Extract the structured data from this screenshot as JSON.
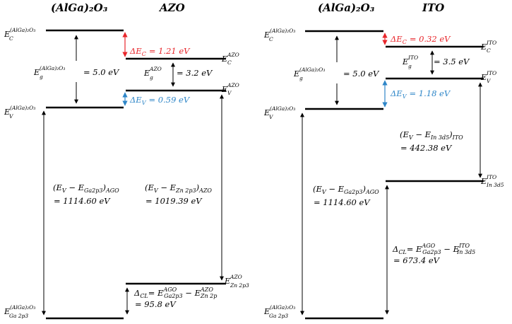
{
  "colors": {
    "red": "#e8262b",
    "blue": "#2e86c8",
    "black": "#000000"
  },
  "left": {
    "title_a": "(AlGa)₂O₃",
    "title_b": "AZO",
    "levels": {
      "ec_ago": {
        "main": "E",
        "sup": "(AlGa)₂O₃",
        "sub": "C"
      },
      "ev_ago": {
        "main": "E",
        "sup": "(AlGa)₂O₃",
        "sub": "V"
      },
      "ga_ago": {
        "main": "E",
        "sup": "(AlGa)₂O₃",
        "sub": "Ga 2p3"
      },
      "ec_azo": {
        "main": "E",
        "sup": "AZO",
        "sub": "C"
      },
      "ev_azo": {
        "main": "E",
        "sup": "AZO",
        "sub": "V"
      },
      "zn_azo": {
        "main": "E",
        "sup": "AZO",
        "sub": "Zn 2p3"
      }
    },
    "eg_ago": {
      "main": "E",
      "sup": "(AlGa)₂O₃",
      "sub": "g",
      "value": "= 5.0 eV"
    },
    "eg_azo": {
      "main": "E",
      "sup": "AZO",
      "sub": "g",
      "value": "= 3.2 eV"
    },
    "delta_ec": {
      "text": "ΔE",
      "sub": "C",
      "value": "= 1.21 eV"
    },
    "delta_ev": {
      "text": "ΔE",
      "sub": "V",
      "value": "= 0.59 eV"
    },
    "core_ago": {
      "line1": "(E",
      "s1": "V",
      "mid": " − E",
      "s2": "Ga2p3",
      "end": ")",
      "s3": "AGO",
      "line2": "= 1114.60 eV"
    },
    "core_azo": {
      "line1": "(E",
      "s1": "V",
      "mid": " − E",
      "s2": "Zn 2p3",
      "end": ")",
      "s3": "AZO",
      "line2": "= 1019.39 eV"
    },
    "dcl": {
      "delta": "Δ",
      "dsub": "CL",
      "eq": "= E",
      "sup1": "AGO",
      "sub1": "Ga2p3",
      "minus": " − E",
      "sup2": "AZO",
      "sub2": "Zn 2p",
      "value": "= 95.8 eV"
    }
  },
  "right": {
    "title_a": "(AlGa)₂O₃",
    "title_b": "ITO",
    "levels": {
      "ec_ago": {
        "main": "E",
        "sup": "(AlGa)₂O₃",
        "sub": "C"
      },
      "ev_ago": {
        "main": "E",
        "sup": "(AlGa)₂O₃",
        "sub": "V"
      },
      "ga_ago": {
        "main": "E",
        "sup": "(AlGa)₂O₃",
        "sub": "Ga 2p3"
      },
      "ec_ito": {
        "main": "E",
        "sup": "ITO",
        "sub": "C"
      },
      "ev_ito": {
        "main": "E",
        "sup": "ITO",
        "sub": "V"
      },
      "in_ito": {
        "main": "E",
        "sup": "ITO",
        "sub": "In 3d5"
      }
    },
    "eg_ago": {
      "main": "E",
      "sup": "(AlGa)₂O₃",
      "sub": "g",
      "value": "= 5.0 eV"
    },
    "eg_ito": {
      "main": "E",
      "sup": "ITO",
      "sub": "g",
      "value": "= 3.5 eV"
    },
    "delta_ec": {
      "text": "ΔE",
      "sub": "C",
      "value": "= 0.32 eV"
    },
    "delta_ev": {
      "text": "ΔE",
      "sub": "V",
      "value": "= 1.18 eV"
    },
    "core_ito": {
      "line1": "(E",
      "s1": "V",
      "mid": " − E",
      "s2": "In 3d5",
      "end": ")",
      "s3": "ITO",
      "line2": "= 442.38 eV"
    },
    "core_ago": {
      "line1": "(E",
      "s1": "V",
      "mid": " − E",
      "s2": "Ga2p3",
      "end": ")",
      "s3": "AGO",
      "line2": "= 1114.60 eV"
    },
    "dcl": {
      "delta": "Δ",
      "dsub": "CL",
      "eq": "= E",
      "sup1": "AGO",
      "sub1": "Ga2p3",
      "minus": " − E",
      "sup2": "ITO",
      "sub2": "In 3d5",
      "value": "= 673.4 eV"
    }
  }
}
